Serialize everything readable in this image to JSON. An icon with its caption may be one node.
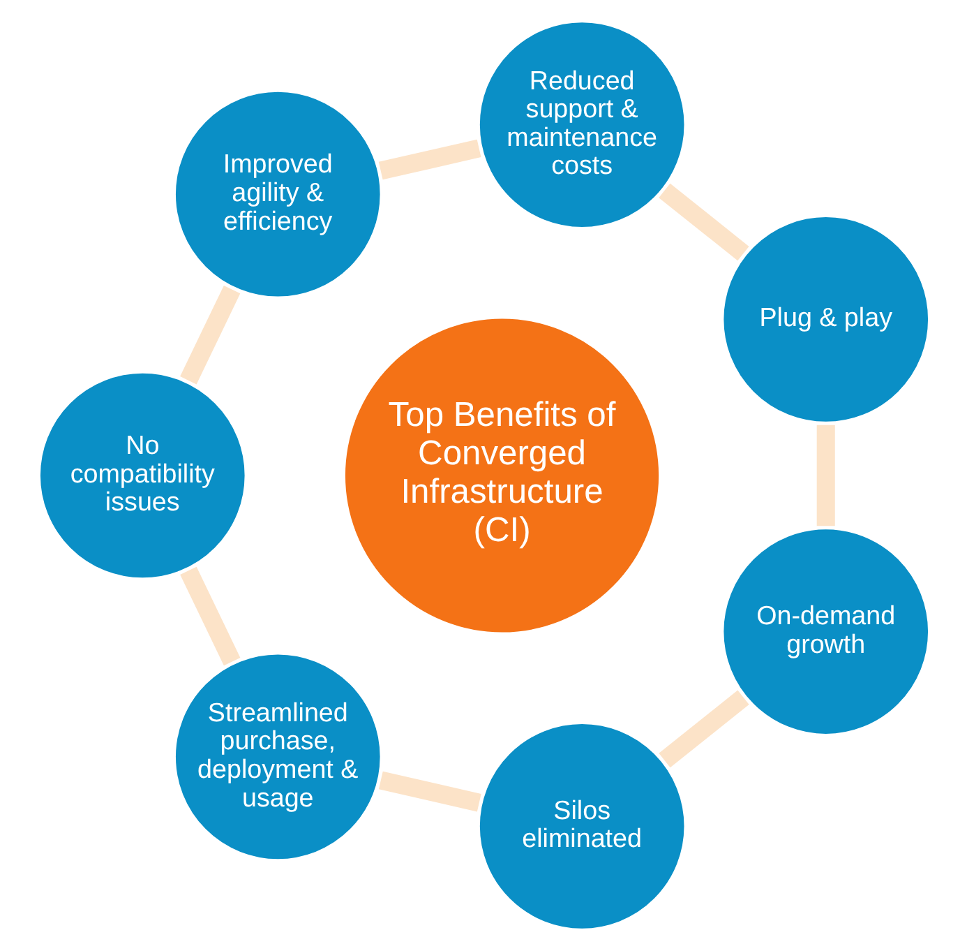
{
  "diagram": {
    "nodes": [
      {
        "text": [
          "Plug & play"
        ]
      },
      {
        "text": [
          "On-demand growth"
        ]
      },
      {
        "text": [
          "Reduced support & maintenance costs"
        ]
      },
      {
        "text": [
          "Top Benefits of Converged Infrastructure (CI)"
        ]
      },
      {
        "text": [
          "Silos eliminated"
        ]
      },
      {
        "text": [
          "Improved agility & efficiency"
        ]
      },
      {
        "text": [
          "Streamlined purchase, deployment & usage"
        ]
      },
      {
        "text": [
          "No compatibility issues"
        ]
      }
    ],
    "edges": [
      {
        "from": 0,
        "to": 2,
        "arrow": "none"
      },
      {
        "from": 2,
        "to": 5,
        "arrow": "none"
      },
      {
        "from": 5,
        "to": 7,
        "arrow": "none"
      },
      {
        "from": 7,
        "to": 6,
        "arrow": "none"
      },
      {
        "from": 6,
        "to": 4,
        "arrow": "none"
      },
      {
        "from": 4,
        "to": 1,
        "arrow": "none"
      },
      {
        "from": 1,
        "to": 0,
        "arrow": "none"
      }
    ]
  }
}
